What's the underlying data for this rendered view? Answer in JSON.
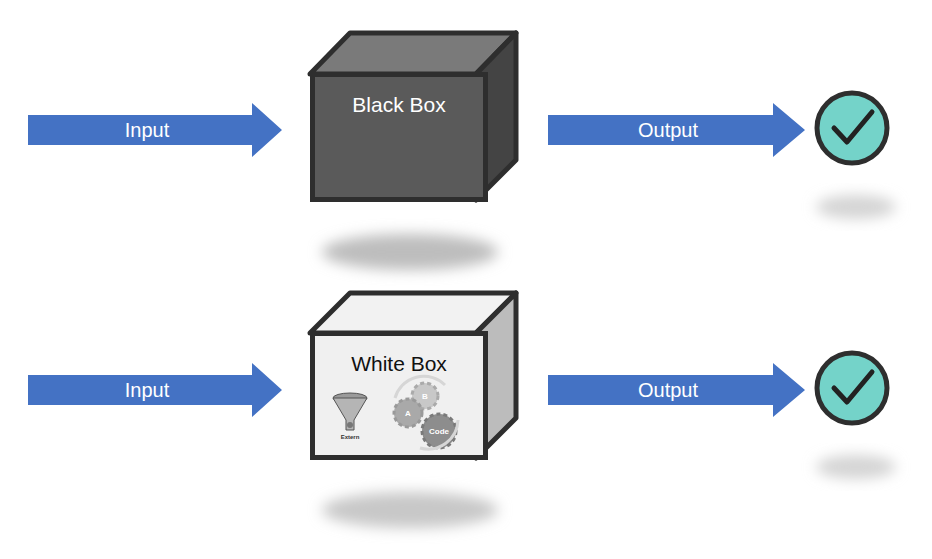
{
  "diagram": {
    "nodes": [
      {
        "text": [
          "Black Box"
        ]
      },
      {
        "text": [
          "White Box"
        ]
      }
    ],
    "labels": [
      "Input",
      "Output",
      "Input",
      "Output",
      "Extern",
      "B",
      "A",
      "Code"
    ]
  }
}
